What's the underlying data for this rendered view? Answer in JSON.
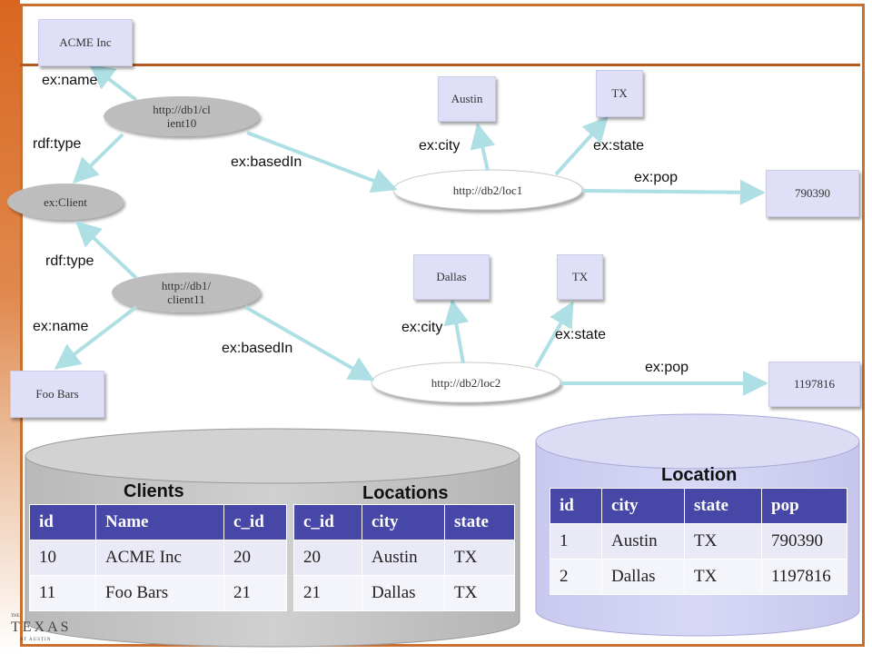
{
  "nodes": {
    "acme": "ACME Inc",
    "client10": "http://db1/c­lient10",
    "client10_line1": "http://db1/cl",
    "client10_line2": "ient10",
    "client_class": "ex:Client",
    "client11_line1": "http://db1/",
    "client11_line2": "client11",
    "foobars": "Foo Bars",
    "loc1": "http://db2/loc1",
    "loc2": "http://db2/loc2",
    "austin": "Austin",
    "tx1": "TX",
    "dallas": "Dallas",
    "tx2": "TX",
    "pop1": "790390",
    "pop2": "1197816"
  },
  "edges": {
    "name1": "ex:name",
    "type1": "rdf:type",
    "basedin1": "ex:basedIn",
    "city1": "ex:city",
    "state1": "ex:state",
    "pop1": "ex:pop",
    "type2": "rdf:type",
    "name2": "ex:name",
    "basedin2": "ex:basedIn",
    "city2": "ex:city",
    "state2": "ex:state",
    "pop2": "ex:pop"
  },
  "clients": {
    "title": "Clients",
    "headers": [
      "id",
      "Name",
      "c_id"
    ],
    "rows": [
      [
        "10",
        "ACME Inc",
        "20"
      ],
      [
        "11",
        "Foo Bars",
        "21"
      ]
    ]
  },
  "locations": {
    "title": "Locations",
    "headers": [
      "c_id",
      "city",
      "state"
    ],
    "rows": [
      [
        "20",
        "Austin",
        "TX"
      ],
      [
        "21",
        "Dallas",
        "TX"
      ]
    ]
  },
  "location": {
    "title": "Location",
    "headers": [
      "id",
      "city",
      "state",
      "pop"
    ],
    "rows": [
      [
        "1",
        "Austin",
        "TX",
        "790390"
      ],
      [
        "2",
        "Dallas",
        "TX",
        "1197816"
      ]
    ]
  },
  "logo": {
    "sup": "THE",
    "main": "TEXAS",
    "sub": "AT AUSTIN"
  }
}
